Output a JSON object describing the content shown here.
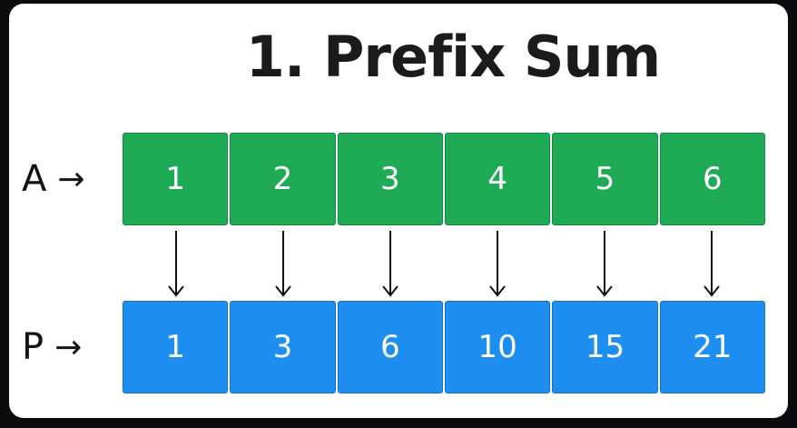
{
  "title": "1. Prefix Sum",
  "array_a": {
    "label": "A",
    "arrow": "→",
    "values": [
      "1",
      "2",
      "3",
      "4",
      "5",
      "6"
    ],
    "color": "#1faa55"
  },
  "array_p": {
    "label": "P",
    "arrow": "→",
    "values": [
      "1",
      "3",
      "6",
      "10",
      "15",
      "21"
    ],
    "color": "#1e8ff0"
  },
  "connector_icon": "down-arrow-icon"
}
